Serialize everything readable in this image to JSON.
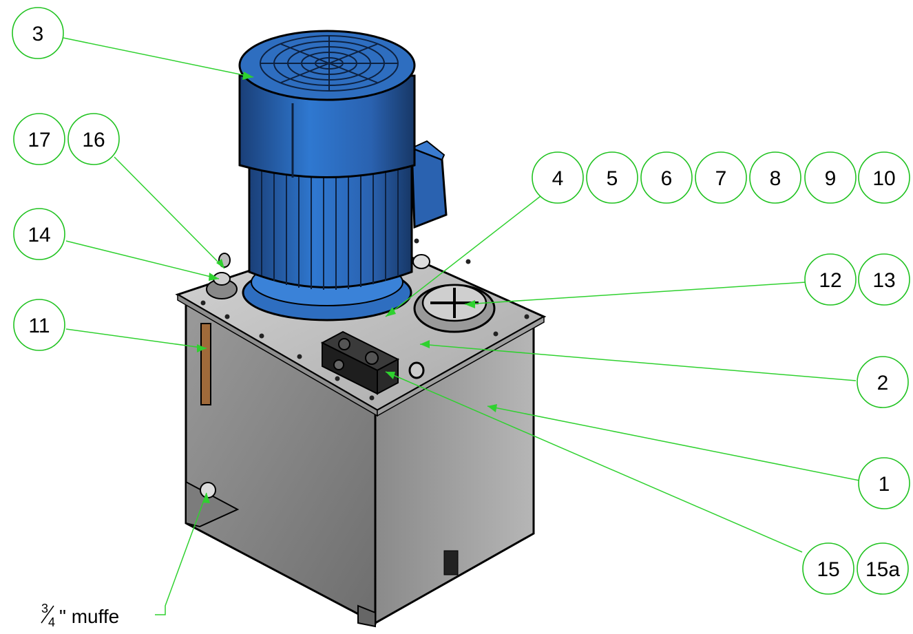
{
  "callouts": {
    "c3": "3",
    "c17": "17",
    "c16": "16",
    "c14": "14",
    "c11": "11",
    "c4": "4",
    "c5": "5",
    "c6": "6",
    "c7": "7",
    "c8": "8",
    "c9": "9",
    "c10": "10",
    "c12": "12",
    "c13": "13",
    "c2": "2",
    "c1": "1",
    "c15": "15",
    "c15a": "15a"
  },
  "fitting_note": {
    "fraction_num": "3",
    "fraction_den": "4",
    "text": "\" muffe"
  },
  "colors": {
    "leader": "#2fd12f",
    "balloon_stroke": "#1fc21f",
    "motor": "#2d6fc0",
    "tank": "#8c8c8c",
    "lid": "#b8b8b8"
  }
}
